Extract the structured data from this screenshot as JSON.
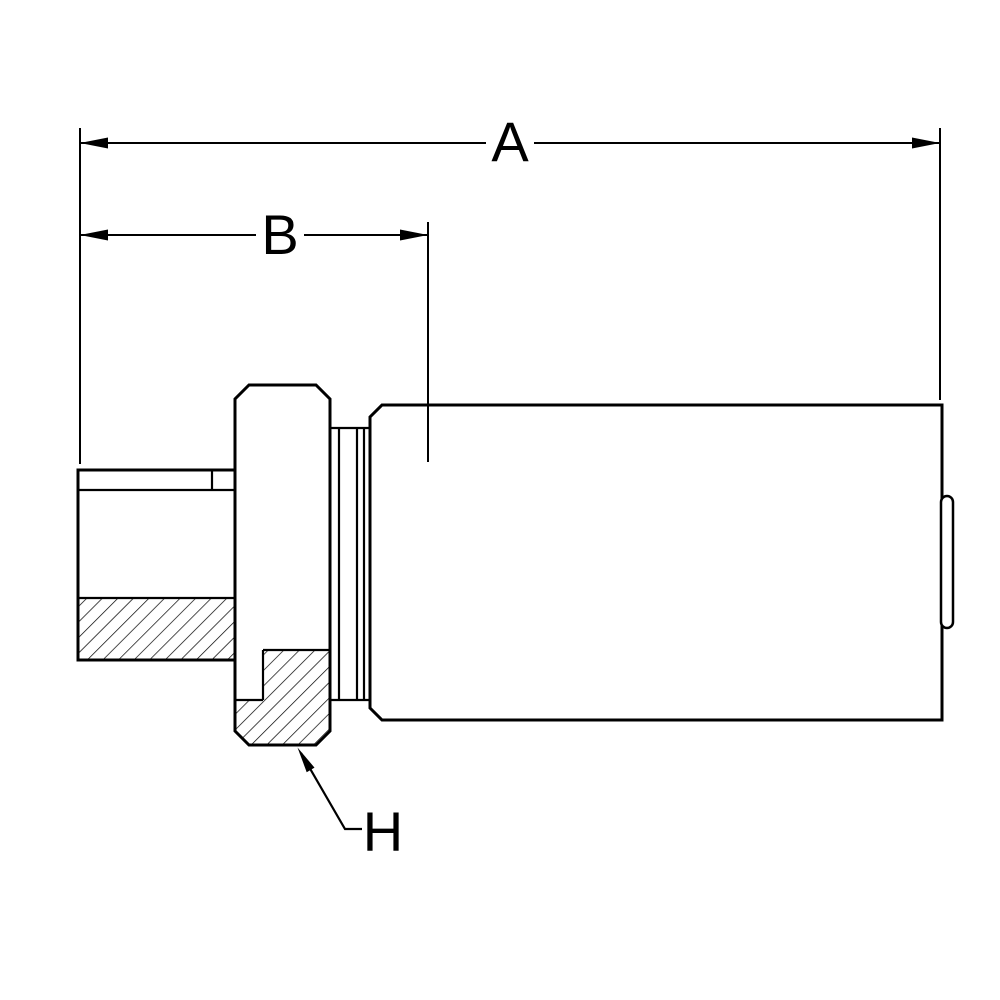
{
  "diagram": {
    "type": "technical-drawing",
    "labels": {
      "dim_a": "A",
      "dim_b": "B",
      "dim_h": "H"
    },
    "colors": {
      "line": "#000000",
      "background": "#ffffff",
      "hatch": "#000000"
    }
  }
}
